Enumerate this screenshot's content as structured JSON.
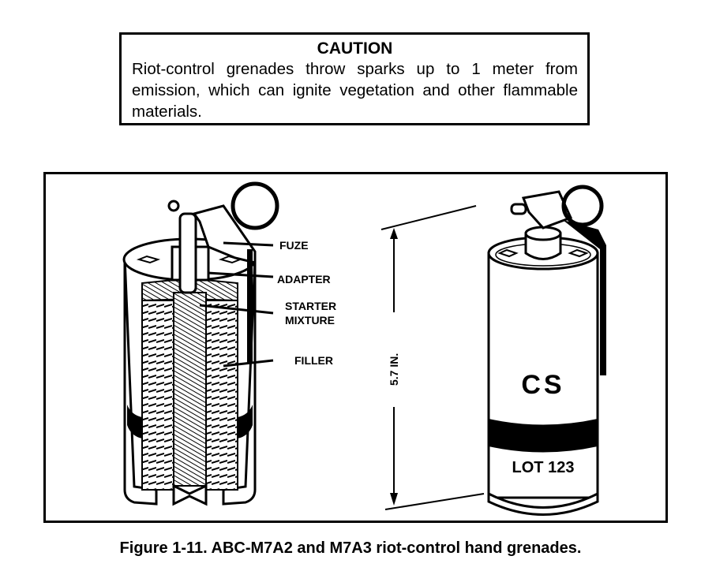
{
  "caution": {
    "title": "CAUTION",
    "text": "Riot-control grenades throw sparks up to 1 meter from emission, which can ignite vegetation and other flammable materials."
  },
  "figure": {
    "cutaway_labels": {
      "fuze": "FUZE",
      "adapter": "ADAPTER",
      "starter_line1": "STARTER",
      "starter_line2": "MIXTURE",
      "filler": "FILLER"
    },
    "dimension_label": "5.7 IN.",
    "canister_markings": {
      "agent": "CS",
      "lot": "LOT 123"
    }
  },
  "caption": "Figure 1-11. ABC-M7A2 and M7A3 riot-control hand grenades."
}
